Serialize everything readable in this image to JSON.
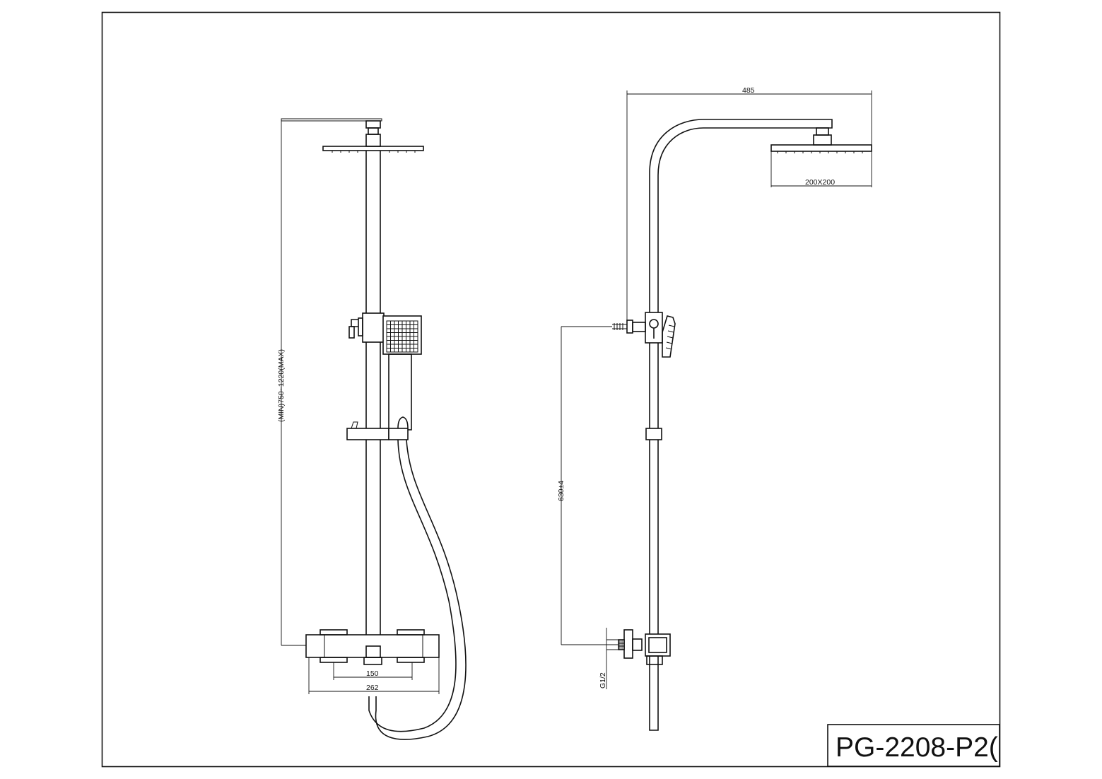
{
  "drawing": {
    "code": "PG-2208-P2(",
    "front_view": {
      "height_range": "(MIN)750~1220(MAX)",
      "center_distance": "150",
      "body_width": "262"
    },
    "side_view": {
      "arm_reach": "485",
      "head_size": "200X200",
      "outlet_height": "630±4",
      "thread": "G1/2"
    }
  }
}
